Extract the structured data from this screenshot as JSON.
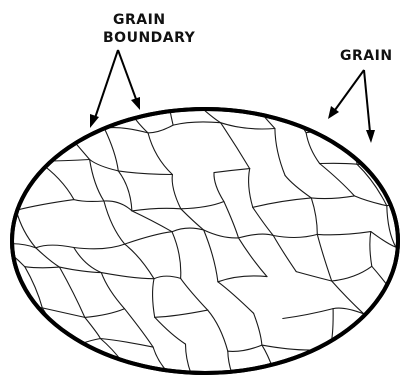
{
  "labels": {
    "grain_boundary_line1": "GRAIN",
    "grain_boundary_line2": "BOUNDARY",
    "grain": "GRAIN"
  }
}
